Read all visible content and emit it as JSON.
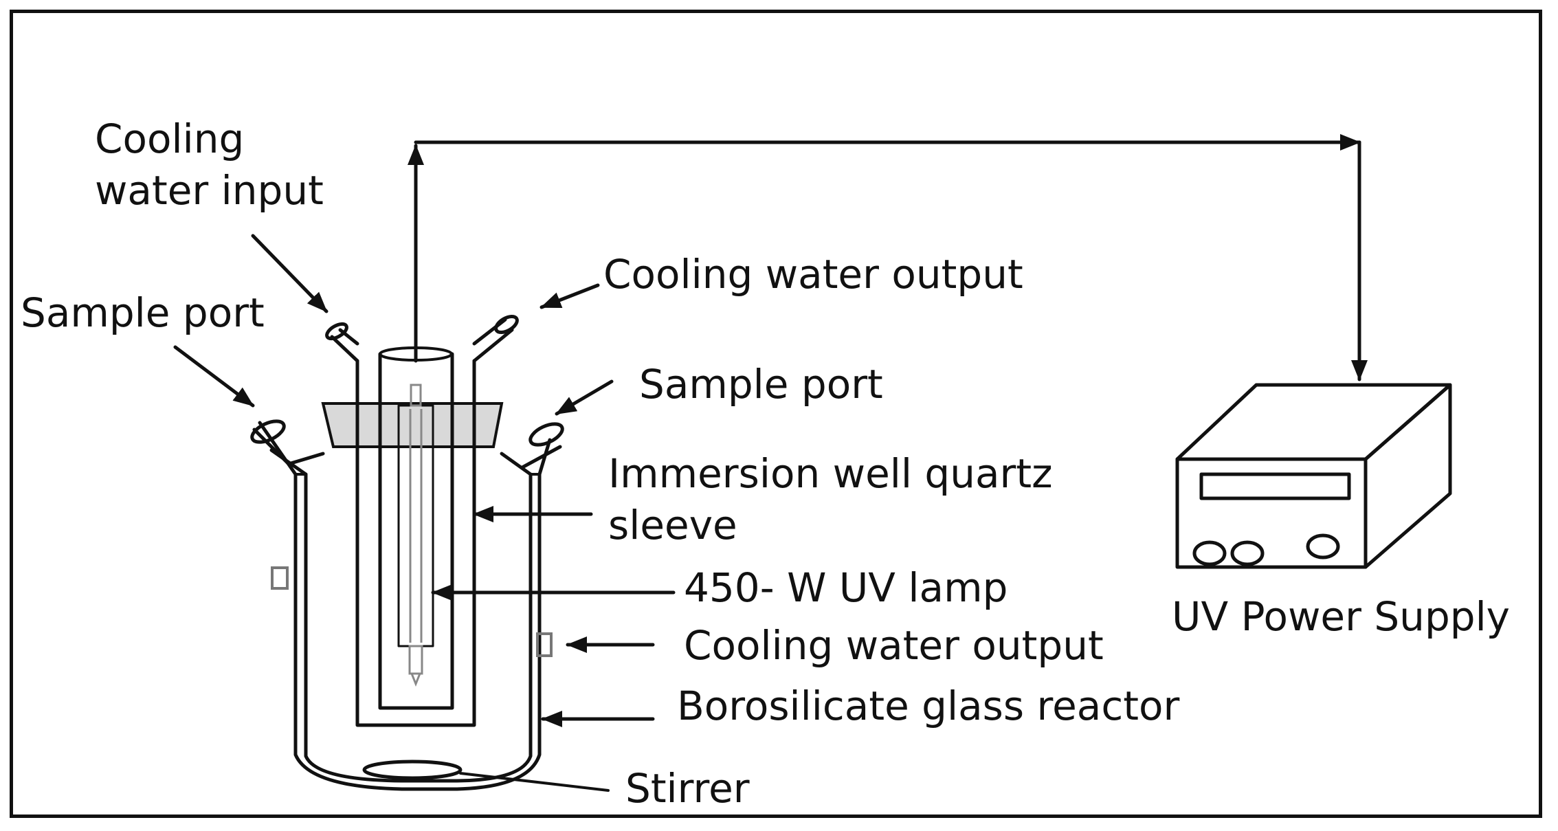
{
  "labels": {
    "cooling_water_input_line1": "Cooling",
    "cooling_water_input_line2": "water input",
    "sample_port_left": "Sample port",
    "cooling_water_output_top": "Cooling water output",
    "sample_port_right": "Sample port",
    "immersion_well_line1": "Immersion well quartz",
    "immersion_well_line2": "sleeve",
    "uv_lamp": "450- W UV lamp",
    "cooling_water_output_side": "Cooling water output",
    "reactor": "Borosilicate glass reactor",
    "stirrer": "Stirrer",
    "power_supply": "UV Power Supply"
  },
  "colors": {
    "line": "#111111",
    "stopper": "#d9d9d9",
    "port_marker": "#777777"
  }
}
